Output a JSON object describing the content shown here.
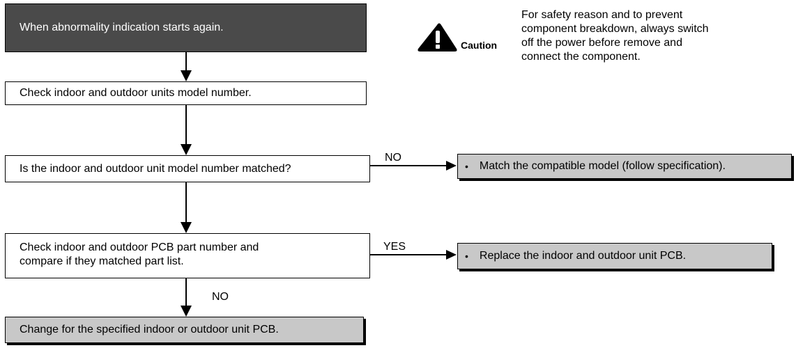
{
  "start_box": "When abnormality indication starts again.",
  "step1": "Check indoor and outdoor units model number.",
  "decision1": "Is the indoor and outdoor unit model number matched?",
  "decision1_no_label": "NO",
  "action1": "Match the compatible model (follow specification).",
  "decision2_line1": "Check indoor and outdoor PCB part number and",
  "decision2_line2": "compare if they matched part list.",
  "decision2_yes_label": "YES",
  "action2": "Replace the indoor and outdoor unit PCB.",
  "decision2_no_label": "NO",
  "final_box": "Change for the specified indoor or outdoor unit PCB.",
  "caution": {
    "label": "Caution",
    "line1": "For safety reason and to prevent",
    "line2": "component breakdown, always switch",
    "line3": "off the power before remove and",
    "line4": "connect the component."
  },
  "bullet": "•",
  "colors": {
    "dark_box": "#4a4a4a",
    "grey_box": "#c8c8c8",
    "line": "#000000"
  }
}
